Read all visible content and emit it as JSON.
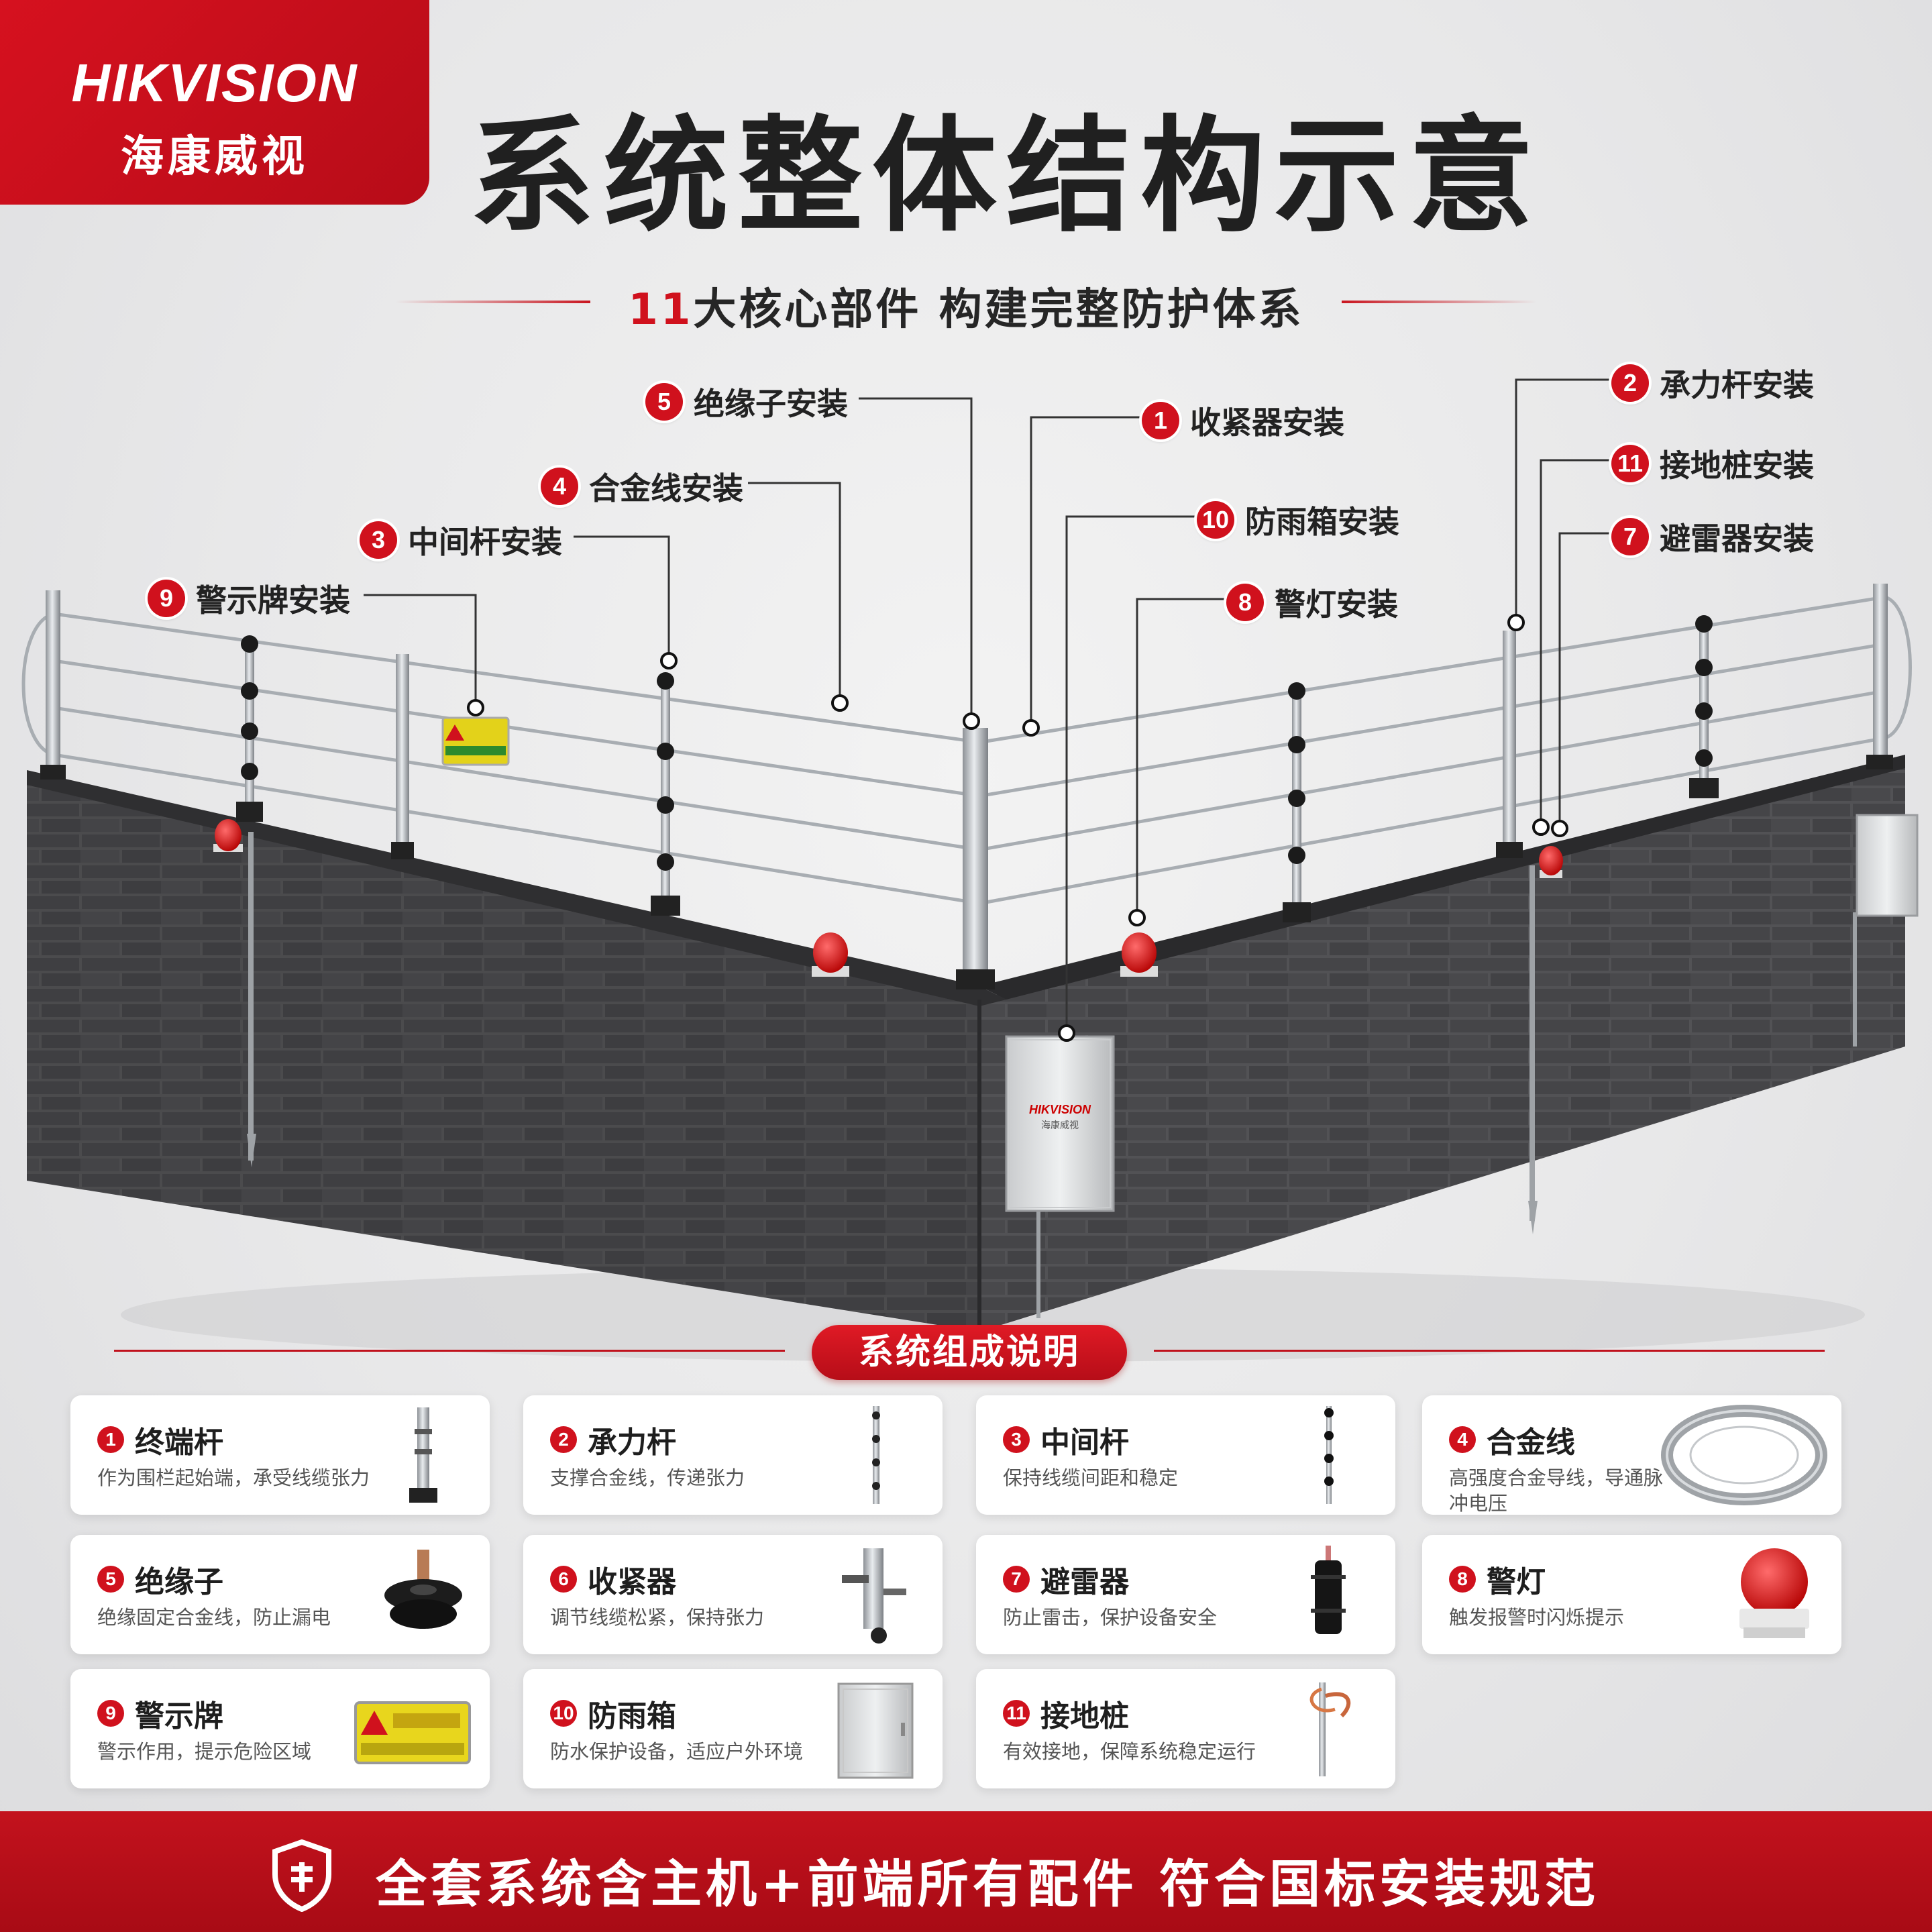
{
  "brand": {
    "en": "HIKVISION",
    "cn": "海康威视"
  },
  "title": "系统整体结构示意",
  "subtitle": {
    "num": "11",
    "text": "大核心部件  构建完整防护体系"
  },
  "callouts": [
    {
      "num": "5",
      "label": "绝缘子安装"
    },
    {
      "num": "1",
      "label": "收紧器安装"
    },
    {
      "num": "2",
      "label": "承力杆安装"
    },
    {
      "num": "4",
      "label": "合金线安装"
    },
    {
      "num": "11",
      "label": "接地桩安装"
    },
    {
      "num": "10",
      "label": "防雨箱安装"
    },
    {
      "num": "3",
      "label": "中间杆安装"
    },
    {
      "num": "7",
      "label": "避雷器安装"
    },
    {
      "num": "9",
      "label": "警示牌安装"
    },
    {
      "num": "8",
      "label": "警灯安装"
    }
  ],
  "box_logo": {
    "en": "HIKVISION",
    "cn": "海康威视"
  },
  "section_title": "系统组成说明",
  "components": [
    {
      "num": "1",
      "name": "终端杆",
      "desc": "作为围栏起始端，承受线缆张力"
    },
    {
      "num": "2",
      "name": "承力杆",
      "desc": "支撑合金线，传递张力"
    },
    {
      "num": "3",
      "name": "中间杆",
      "desc": "保持线缆间距和稳定"
    },
    {
      "num": "4",
      "name": "合金线",
      "desc": "高强度合金导线，导通脉冲电压"
    },
    {
      "num": "5",
      "name": "绝缘子",
      "desc": "绝缘固定合金线，防止漏电"
    },
    {
      "num": "6",
      "name": "收紧器",
      "desc": "调节线缆松紧，保持张力"
    },
    {
      "num": "7",
      "name": "避雷器",
      "desc": "防止雷击，保护设备安全"
    },
    {
      "num": "8",
      "name": "警灯",
      "desc": "触发报警时闪烁提示"
    },
    {
      "num": "9",
      "name": "警示牌",
      "desc": "警示作用，提示危险区域"
    },
    {
      "num": "10",
      "name": "防雨箱",
      "desc": "防水保护设备，适应户外环境"
    },
    {
      "num": "11",
      "name": "接地桩",
      "desc": "有效接地，保障系统稳定运行"
    }
  ],
  "footer": "全套系统含主机+前端所有配件  符合国标安装规范",
  "colors": {
    "accent": "#d0111d",
    "brick": "#4a4a4c"
  }
}
